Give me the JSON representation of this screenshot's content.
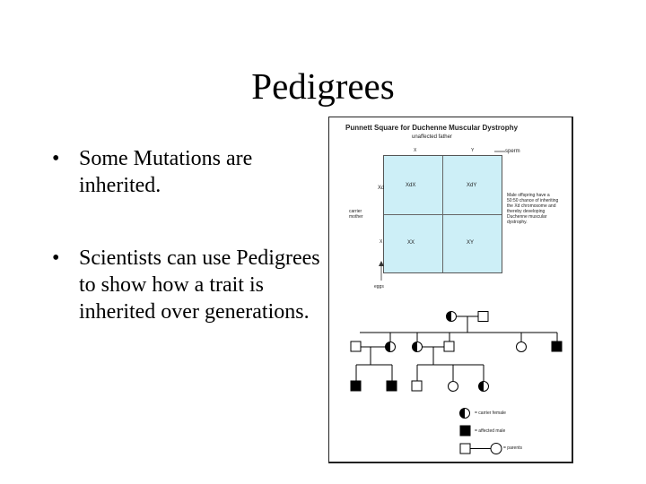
{
  "slide": {
    "title": "Pedigrees",
    "bullets": [
      "Some Mutations are inherited.",
      "Scientists can use Pedigrees to show how a trait is inherited over generations."
    ],
    "bullet_symbol": "•"
  },
  "figure": {
    "punnett_title": "Punnett Square for Duchenne Muscular Dystrophy",
    "father_label": "unaffected father",
    "sperm_label": "sperm",
    "col_headers": [
      "X",
      "Y"
    ],
    "row_headers": [
      "Xd",
      "X"
    ],
    "mother_label": "carrier mother",
    "eggs_label": "eggs",
    "cells": [
      "XdX",
      "XdY",
      "XX",
      "XY"
    ],
    "note": "Male offspring have a 50:50 chance of inheriting the Xd chromosome and thereby developing Duchenne muscular dystrophy.",
    "legend": [
      "= carrier female",
      "= affected male",
      "= parents"
    ]
  }
}
